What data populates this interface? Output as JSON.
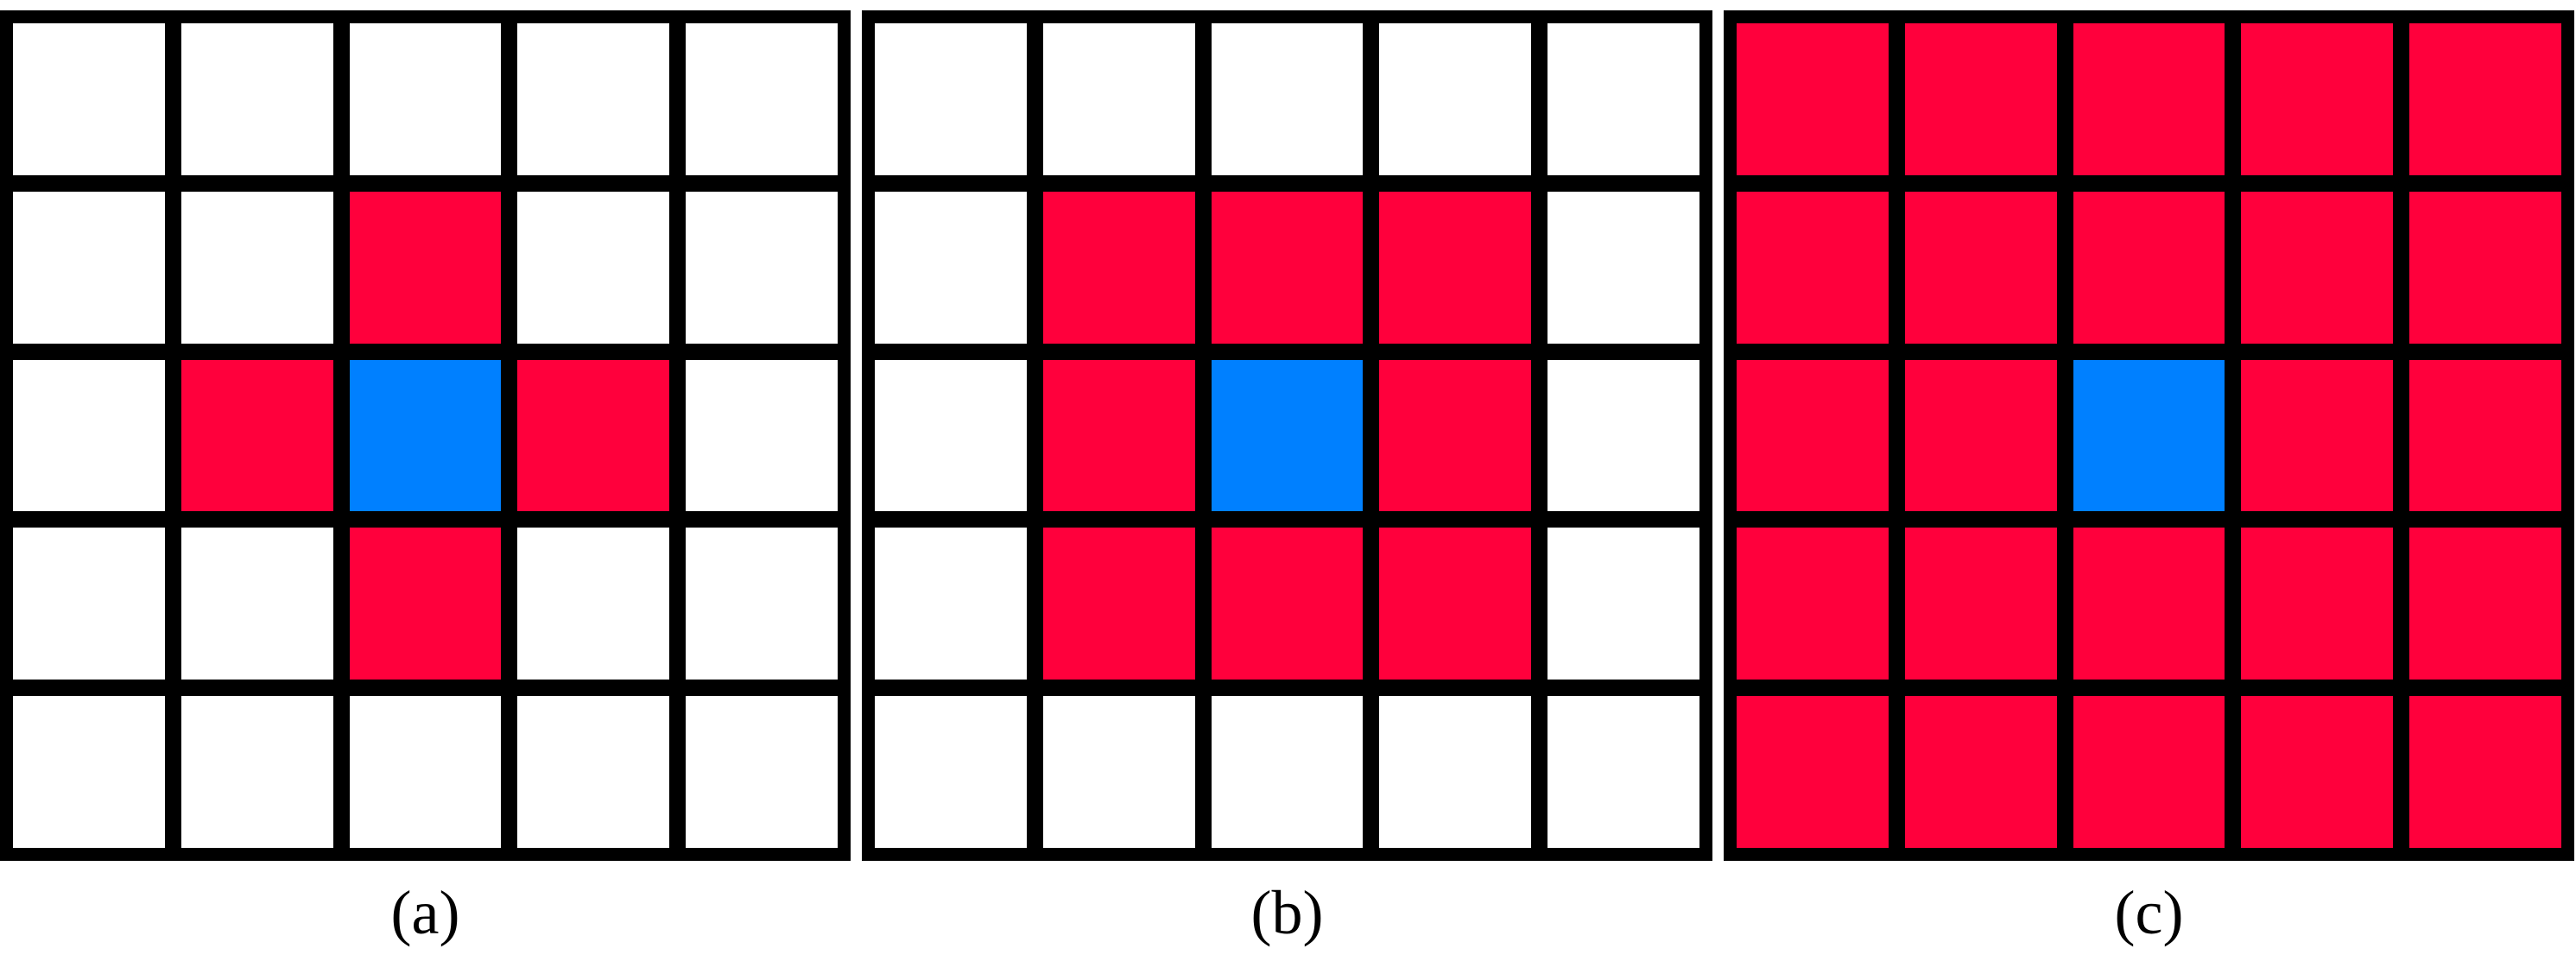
{
  "colors": {
    "empty": "#ffffff",
    "neighbor": "#ff003c",
    "center": "#0080ff",
    "grid_line": "#000000"
  },
  "panels": [
    {
      "caption": "(a)",
      "cells": [
        [
          "empty",
          "empty",
          "empty",
          "empty",
          "empty"
        ],
        [
          "empty",
          "empty",
          "neighbor",
          "empty",
          "empty"
        ],
        [
          "empty",
          "neighbor",
          "center",
          "neighbor",
          "empty"
        ],
        [
          "empty",
          "empty",
          "neighbor",
          "empty",
          "empty"
        ],
        [
          "empty",
          "empty",
          "empty",
          "empty",
          "empty"
        ]
      ]
    },
    {
      "caption": "(b)",
      "cells": [
        [
          "empty",
          "empty",
          "empty",
          "empty",
          "empty"
        ],
        [
          "empty",
          "neighbor",
          "neighbor",
          "neighbor",
          "empty"
        ],
        [
          "empty",
          "neighbor",
          "center",
          "neighbor",
          "empty"
        ],
        [
          "empty",
          "neighbor",
          "neighbor",
          "neighbor",
          "empty"
        ],
        [
          "empty",
          "empty",
          "empty",
          "empty",
          "empty"
        ]
      ]
    },
    {
      "caption": "(c)",
      "cells": [
        [
          "neighbor",
          "neighbor",
          "neighbor",
          "neighbor",
          "neighbor"
        ],
        [
          "neighbor",
          "neighbor",
          "neighbor",
          "neighbor",
          "neighbor"
        ],
        [
          "neighbor",
          "neighbor",
          "center",
          "neighbor",
          "neighbor"
        ],
        [
          "neighbor",
          "neighbor",
          "neighbor",
          "neighbor",
          "neighbor"
        ],
        [
          "neighbor",
          "neighbor",
          "neighbor",
          "neighbor",
          "neighbor"
        ]
      ]
    }
  ]
}
